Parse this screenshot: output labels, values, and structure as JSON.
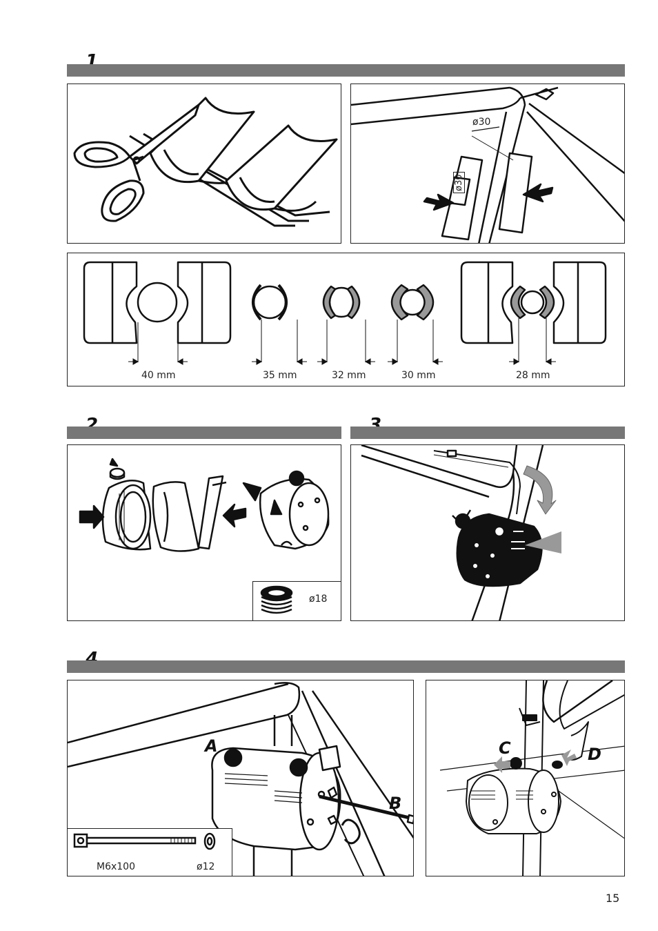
{
  "steps": {
    "s1": "1",
    "s2": "2",
    "s3": "3",
    "s4": "4"
  },
  "step1": {
    "frame_label_top": "ø30",
    "insert_label": "ø30",
    "sizes": [
      "40 mm",
      "35 mm",
      "32 mm",
      "30 mm",
      "28 mm"
    ]
  },
  "step2": {
    "plug_label": "ø18"
  },
  "step4": {
    "label_a": "A",
    "label_b": "B",
    "label_c": "C",
    "label_d": "D",
    "bolt_label": "M6x100",
    "washer_label": "ø12"
  },
  "page_number": "15",
  "colors": {
    "bar": "#777777",
    "arrow_gray": "#999999",
    "dark": "#1a1a1a"
  }
}
